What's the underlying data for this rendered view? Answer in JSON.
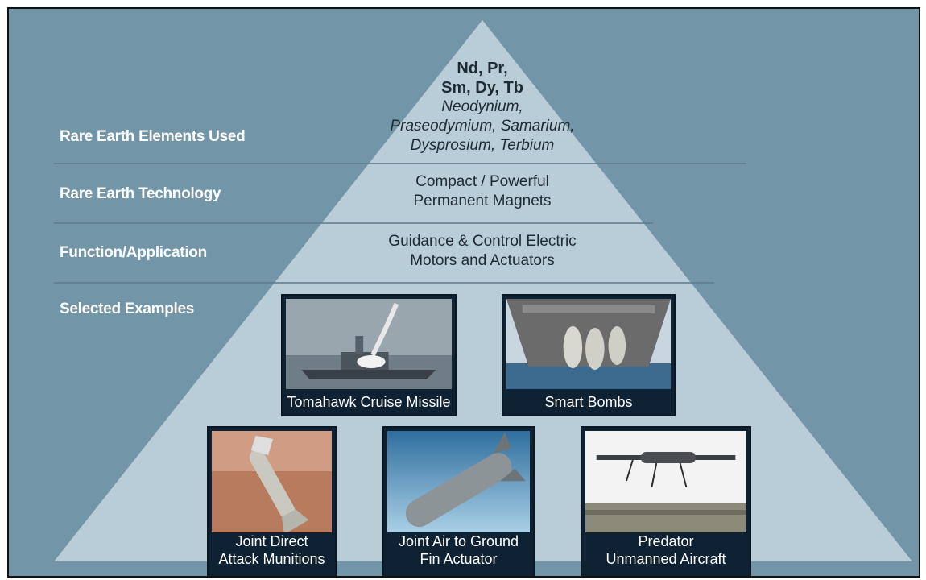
{
  "side_labels": {
    "elements": "Rare Earth Elements Used",
    "technology": "Rare Earth Technology",
    "function": "Function/Application",
    "examples": "Selected Examples"
  },
  "tiers": {
    "elements_symbols_line1": "Nd, Pr,",
    "elements_symbols_line2": "Sm, Dy, Tb",
    "elements_names_line1": "Neodynium,",
    "elements_names_line2": "Praseodymium, Samarium,",
    "elements_names_line3": "Dysprosium, Terbium",
    "technology_line1": "Compact / Powerful",
    "technology_line2": "Permanent Magnets",
    "function_line1": "Guidance & Control Electric",
    "function_line2": "Motors and Actuators"
  },
  "examples": [
    {
      "line1": "Tomahawk Cruise Missile",
      "line2": ""
    },
    {
      "line1": "Smart Bombs",
      "line2": ""
    },
    {
      "line1": "Joint Direct",
      "line2": "Attack Munitions"
    },
    {
      "line1": "Joint Air to Ground",
      "line2": "Fin Actuator"
    },
    {
      "line1": "Predator",
      "line2": "Unmanned Aircraft"
    }
  ],
  "colors": {
    "background": "#7295a8",
    "pyramid": "#b9cdd8",
    "divider": "#5d7a8a",
    "card": "#0f2233"
  }
}
